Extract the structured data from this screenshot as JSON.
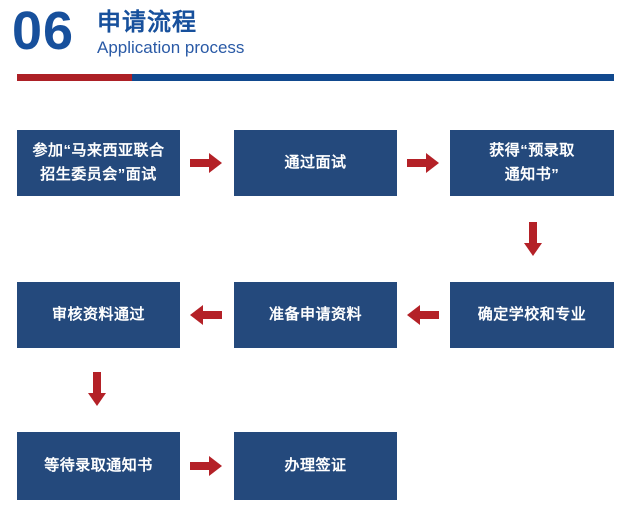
{
  "header": {
    "number": "06",
    "title": "申请流程",
    "subtitle": "Application process"
  },
  "divider": {
    "red_color": "#ad2026",
    "blue_color": "#11498e"
  },
  "colors": {
    "heading_blue": "#17509c",
    "subtitle_blue": "#2a5aa6",
    "box_navy": "#24497c",
    "box_text": "#ffffff",
    "arrow_red": "#b42127"
  },
  "flow": {
    "steps": [
      {
        "order": 1,
        "label": "参加“马来西亚联合\n招生委员会”面试"
      },
      {
        "order": 2,
        "label": "通过面试"
      },
      {
        "order": 3,
        "label": "获得“预录取\n通知书”"
      },
      {
        "order": 4,
        "label": "确定学校和专业"
      },
      {
        "order": 5,
        "label": "准备申请资料"
      },
      {
        "order": 6,
        "label": "审核资料通过"
      },
      {
        "order": 7,
        "label": "等待录取通知书"
      },
      {
        "order": 8,
        "label": "办理签证"
      }
    ],
    "arrows": [
      {
        "from": 1,
        "to": 2,
        "direction": "right"
      },
      {
        "from": 2,
        "to": 3,
        "direction": "right"
      },
      {
        "from": 3,
        "to": 4,
        "direction": "down"
      },
      {
        "from": 4,
        "to": 5,
        "direction": "left"
      },
      {
        "from": 5,
        "to": 6,
        "direction": "left"
      },
      {
        "from": 6,
        "to": 7,
        "direction": "down"
      },
      {
        "from": 7,
        "to": 8,
        "direction": "right"
      }
    ]
  }
}
